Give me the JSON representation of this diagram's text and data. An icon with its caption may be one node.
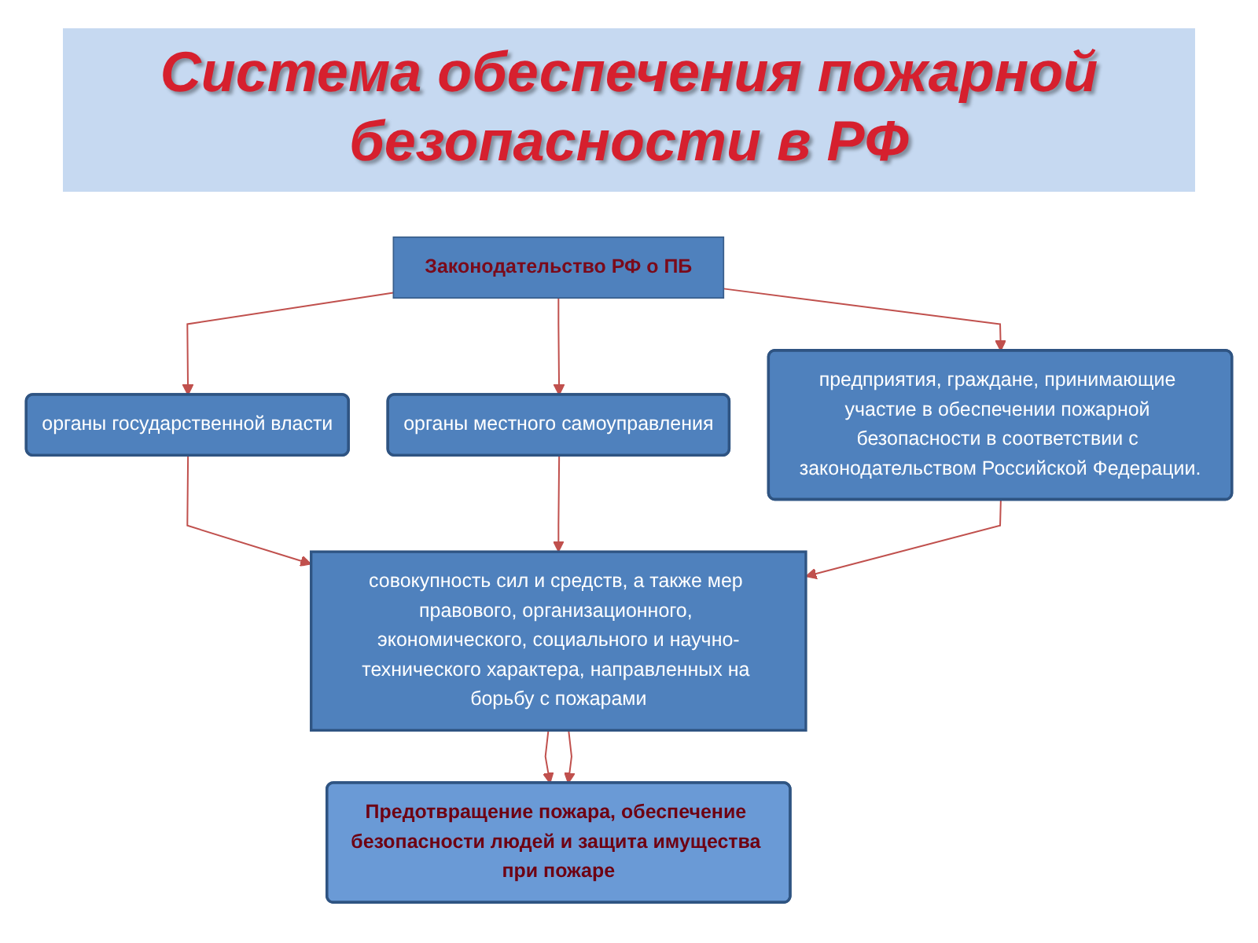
{
  "diagram": {
    "title": "Система обеспечения пожарной безопасности в РФ",
    "nodes": [
      {
        "text": [
          "Законодательство РФ о ПБ"
        ]
      },
      {
        "text": [
          "органы государственной власти"
        ]
      },
      {
        "text": [
          "органы местного самоуправления"
        ]
      },
      {
        "text": [
          "предприятия, граждане, принимающие участие в обеспечении пожарной безопасности в соответствии с законодательством Российской Федерации."
        ]
      },
      {
        "text": [
          "совокупность сил и средств, а также мер правового, организационного, экономического, социального и научно-технического характера, направленных на борьбу с пожарами"
        ]
      },
      {
        "text": [
          "Предотвращение пожара, обеспечение безопасности людей и защита имущества при пожаре"
        ]
      }
    ],
    "edges": [
      {
        "from": 0,
        "to": 1,
        "arrow": "to"
      },
      {
        "from": 0,
        "to": 2,
        "arrow": "to"
      },
      {
        "from": 0,
        "to": 3,
        "arrow": "to"
      },
      {
        "from": 1,
        "to": 4,
        "arrow": "to"
      },
      {
        "from": 2,
        "to": 4,
        "arrow": "to"
      },
      {
        "from": 3,
        "to": 4,
        "arrow": "to"
      },
      {
        "from": 4,
        "to": 5,
        "arrow": "to"
      },
      {
        "from": 4,
        "to": 5,
        "arrow": "to"
      }
    ]
  }
}
